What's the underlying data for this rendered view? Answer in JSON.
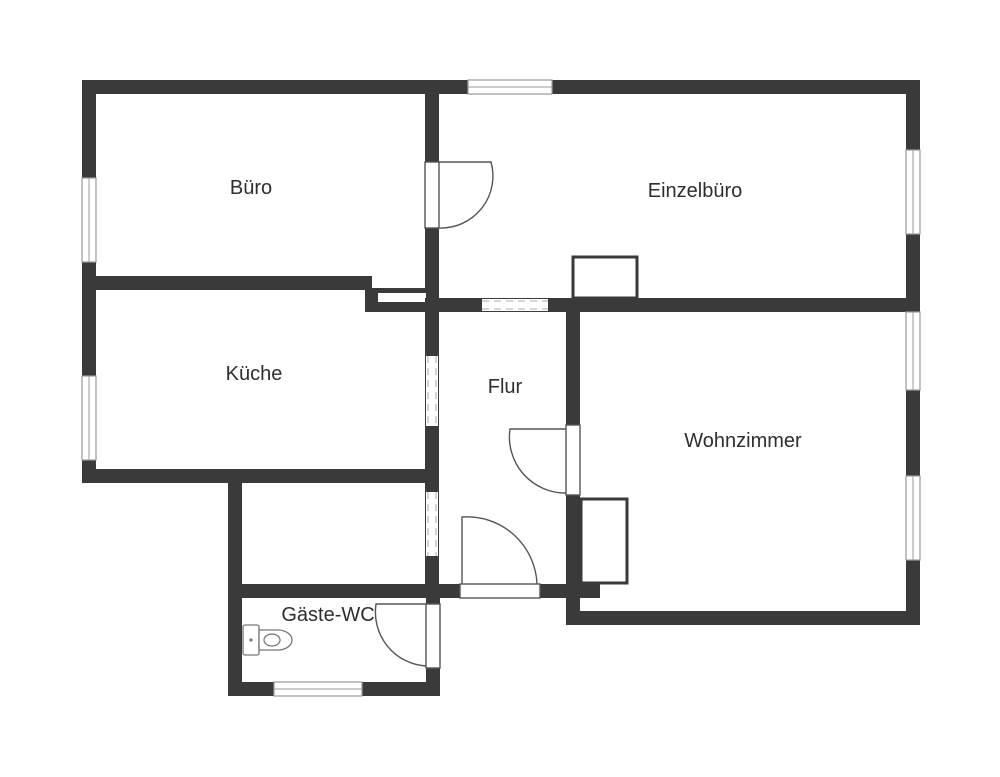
{
  "rooms": {
    "buero": "Büro",
    "einzelbuero": "Einzelbüro",
    "kueche": "Küche",
    "flur": "Flur",
    "wohnzimmer": "Wohnzimmer",
    "gaeste_wc": "Gäste-WC"
  },
  "colors": {
    "wall": "#3a3a3a",
    "background": "#ffffff",
    "window_frame": "#9a9a9a"
  }
}
